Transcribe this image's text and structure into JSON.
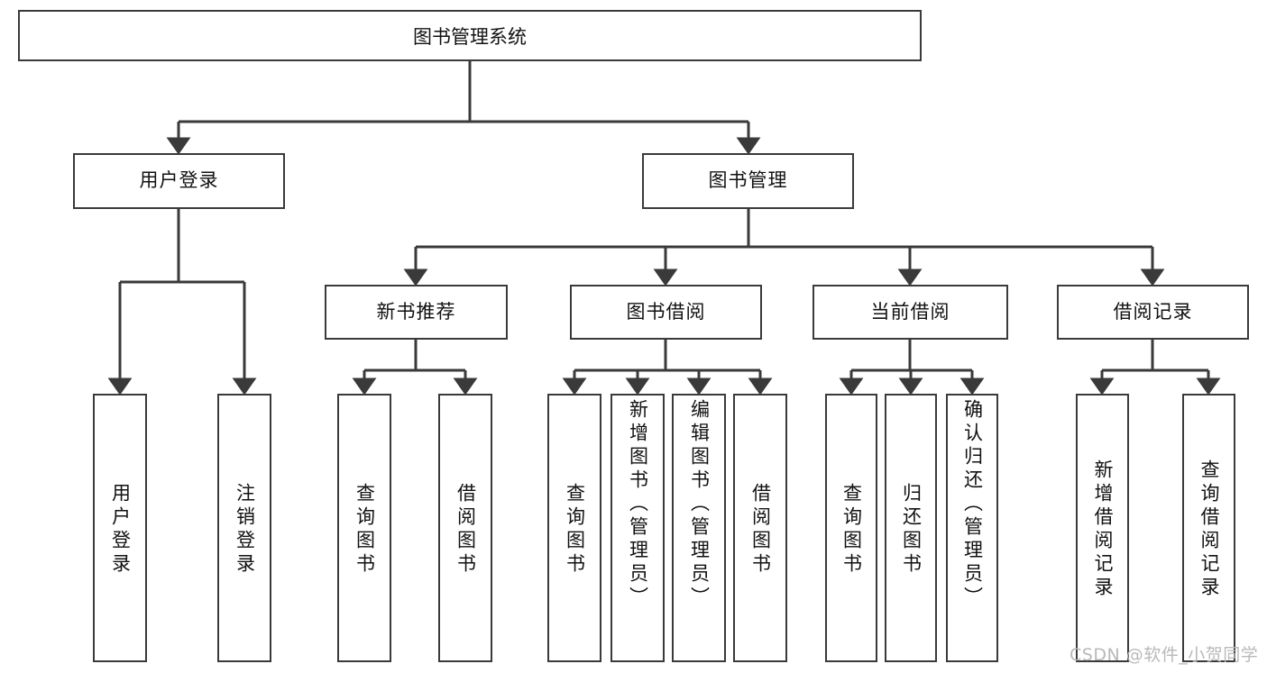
{
  "diagram": {
    "type": "tree",
    "title": "图书管理系统",
    "watermark": "CSDN @软件_小贺同学",
    "colors": {
      "box_border": "#3a3a3a",
      "box_fill": "#ffffff",
      "connector": "#3a3a3a",
      "text": "#111111",
      "watermark": "#b9b9b9"
    },
    "root": {
      "label": "图书管理系统"
    },
    "level2": [
      {
        "id": "user-login",
        "label": "用户登录"
      },
      {
        "id": "book-manage",
        "label": "图书管理"
      }
    ],
    "level3": [
      {
        "id": "new-book-recommend",
        "label": "新书推荐"
      },
      {
        "id": "book-borrow",
        "label": "图书借阅"
      },
      {
        "id": "current-borrow",
        "label": "当前借阅"
      },
      {
        "id": "borrow-record",
        "label": "借阅记录"
      }
    ],
    "leaves": {
      "user_login": [
        {
          "id": "leaf-user-login",
          "label": "用户登录"
        },
        {
          "id": "leaf-logout-login",
          "label": "注销登录"
        }
      ],
      "new_book_recommend": [
        {
          "id": "leaf-query-book-1",
          "label": "查询图书"
        },
        {
          "id": "leaf-borrow-book-1",
          "label": "借阅图书"
        }
      ],
      "book_borrow": [
        {
          "id": "leaf-query-book-2",
          "label": "查询图书"
        },
        {
          "id": "leaf-add-book",
          "label": "新增图书（管理员）"
        },
        {
          "id": "leaf-edit-book",
          "label": "编辑图书（管理员）"
        },
        {
          "id": "leaf-borrow-book-2",
          "label": "借阅图书"
        }
      ],
      "current_borrow": [
        {
          "id": "leaf-query-book-3",
          "label": "查询图书"
        },
        {
          "id": "leaf-return-book",
          "label": "归还图书"
        },
        {
          "id": "leaf-confirm-return",
          "label": "确认归还（管理员）"
        }
      ],
      "borrow_record": [
        {
          "id": "leaf-add-record",
          "label": "新增借阅记录"
        },
        {
          "id": "leaf-query-record",
          "label": "查询借阅记录"
        }
      ]
    }
  }
}
